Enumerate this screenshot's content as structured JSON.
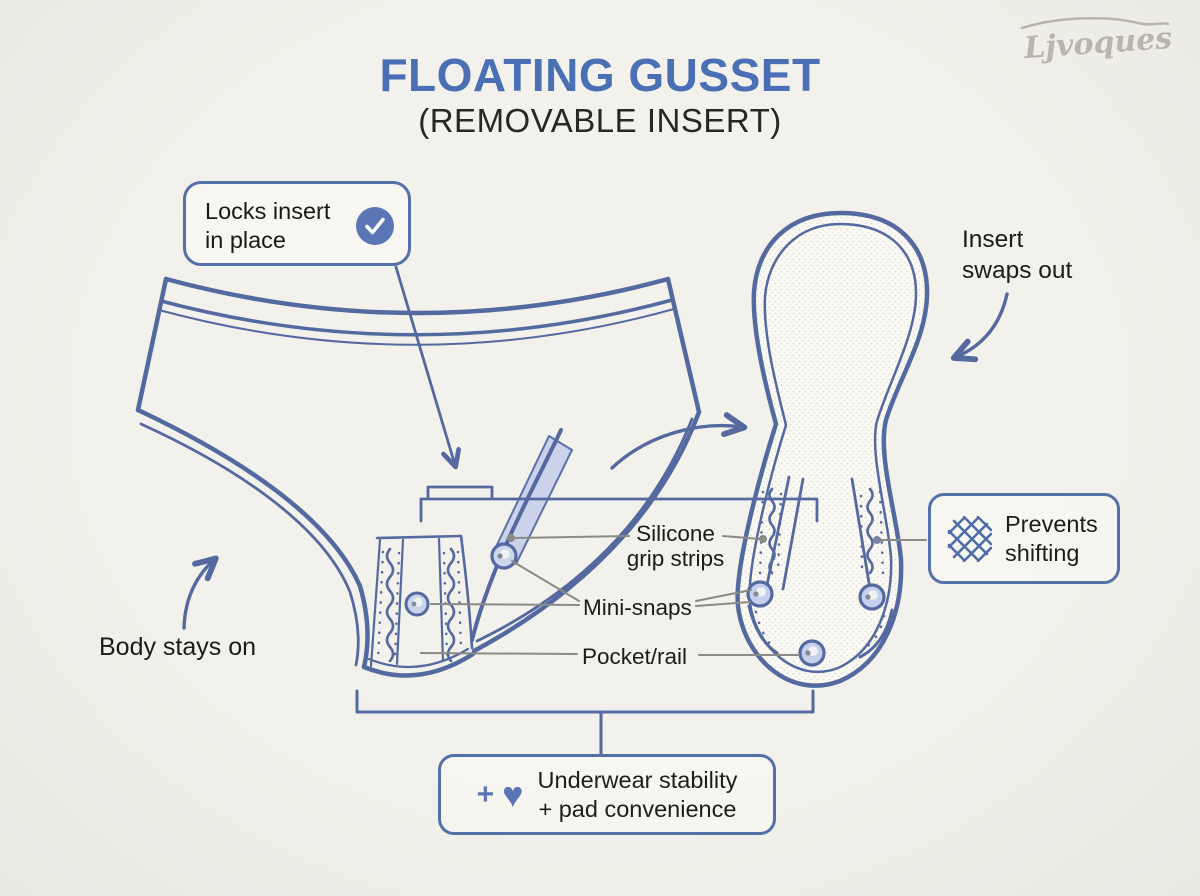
{
  "colors": {
    "background": "#f0efe9",
    "accent_blue": "#4b6fb4",
    "line_blue": "#54699f",
    "text_dark": "#1d1d1d",
    "pointer_gray": "#8b8b86",
    "insert_lavender": "#c7cee9"
  },
  "watermark": "Ljvoques",
  "header": {
    "title": "FLOATING GUSSET",
    "subtitle": "(REMOVABLE INSERT)"
  },
  "annotations": {
    "locks": {
      "line1": "Locks insert",
      "line2": "in place"
    },
    "insert_swaps": {
      "line1": "Insert",
      "line2": "swaps out"
    },
    "body_stays": {
      "text": "Body stays on"
    },
    "silicone": {
      "line1": "Silicone",
      "line2": "grip strips"
    },
    "mini_snaps": {
      "text": "Mini-snaps"
    },
    "pocket_rail": {
      "text": "Pocket/rail"
    },
    "prevents": {
      "line1": "Prevents",
      "line2": "shifting"
    },
    "benefit": {
      "plus": "+",
      "heart": "♥",
      "line1": "Underwear stability",
      "line2": "+ pad convenience"
    }
  },
  "icons": {
    "check": "check-icon",
    "crosshatch": "crosshatch-icon",
    "plus": "plus-icon",
    "heart": "heart-icon"
  }
}
